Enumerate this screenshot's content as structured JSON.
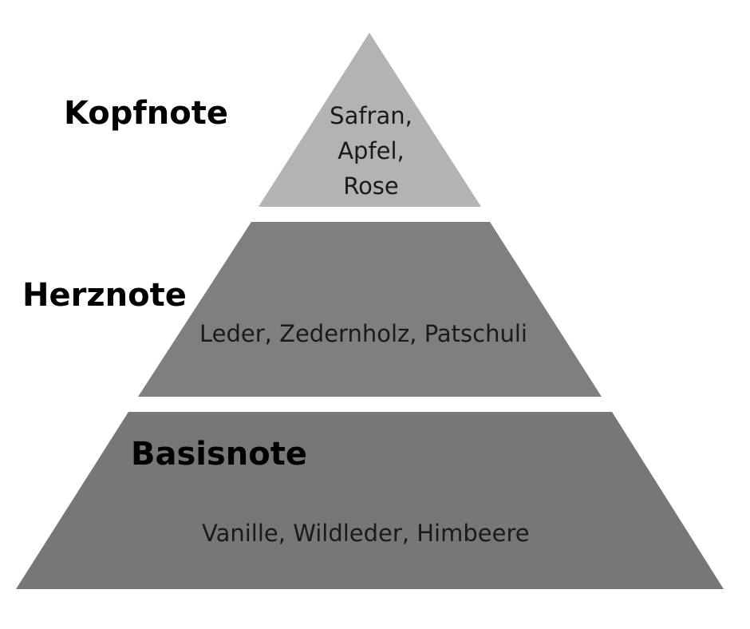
{
  "tiers": {
    "top": {
      "label": "Kopfnote",
      "notes_lines": [
        "Safran,",
        "Apfel,",
        " Rose"
      ],
      "color": "#b3b3b3"
    },
    "middle": {
      "label": "Herznote",
      "notes": "Leder, Zedernholz, Patschuli",
      "color": "#807f7d"
    },
    "base": {
      "label": "Basisnote",
      "notes": "Vanille, Wildleder, Himbeere",
      "color": "#787677"
    }
  }
}
